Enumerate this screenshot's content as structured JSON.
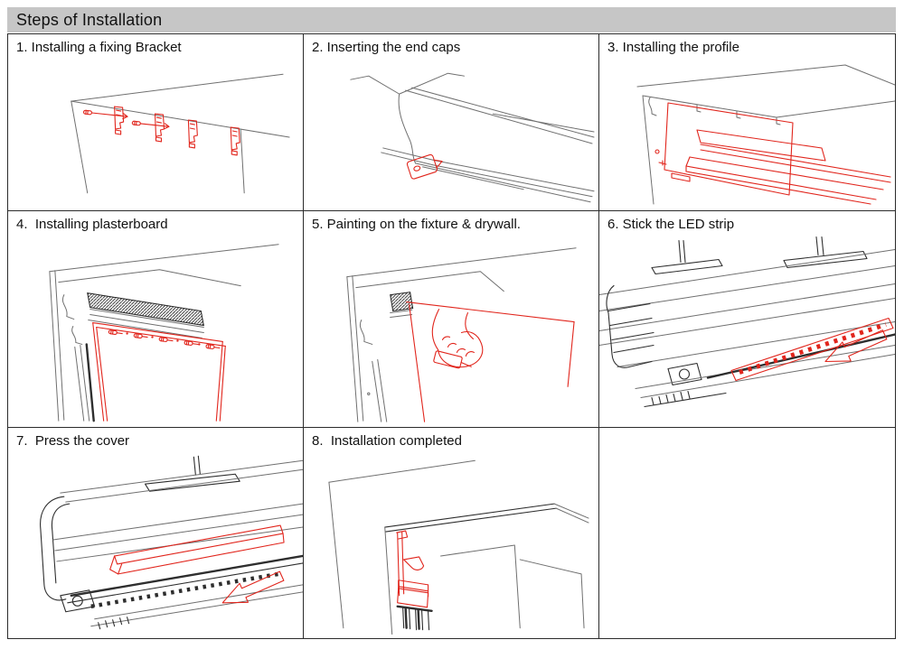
{
  "header": {
    "title": "Steps of Installation"
  },
  "steps": [
    {
      "label": "1. Installing a fixing Bracket"
    },
    {
      "label": "2. Inserting the end caps"
    },
    {
      "label": "3. Installing the profile"
    },
    {
      "label": "4.  Installing plasterboard"
    },
    {
      "label": "5. Painting on the fixture & drywall."
    },
    {
      "label": "6. Stick the LED strip"
    },
    {
      "label": "7.  Press the cover"
    },
    {
      "label": "8.  Installation completed"
    }
  ],
  "colors": {
    "accent_red": "#e1251c",
    "line_gray": "#6f6f6f",
    "line_dark": "#2e2e2e",
    "header_bg": "#c6c6c6",
    "table_border": "#2b2b2b"
  }
}
